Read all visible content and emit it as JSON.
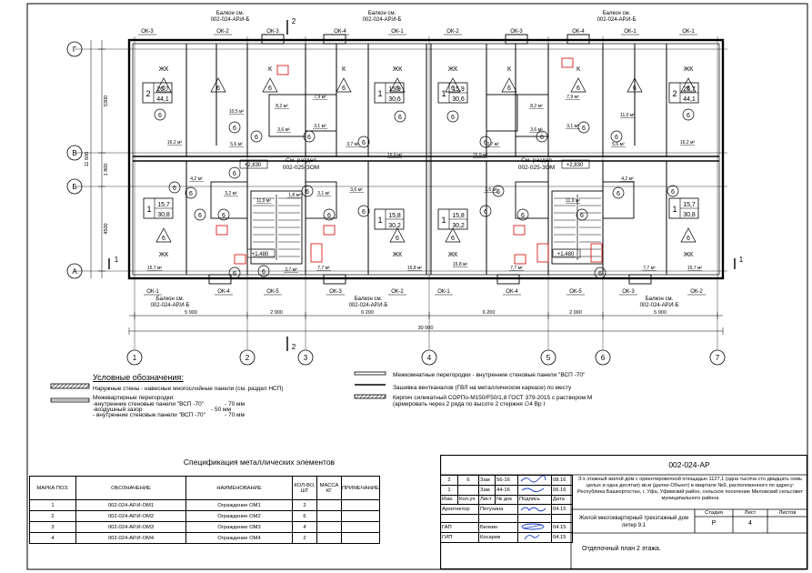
{
  "grid_rows": [
    "Г",
    "В",
    "Б",
    "А"
  ],
  "grid_cols": [
    "1",
    "2",
    "3",
    "4",
    "5",
    "6",
    "7"
  ],
  "dims_bottom": [
    "5 900",
    "2 900",
    "6 200",
    "6 200",
    "2 900",
    "5 900"
  ],
  "dim_total": "30 000",
  "dims_left": [
    "5300",
    "1 800",
    "4500"
  ],
  "dim_left_total": "11 600",
  "balcony_top_left": [
    "Балкон см.",
    "002-024-АР.И-Б"
  ],
  "balcony_top_right": [
    "Балкон см.",
    "002-024-АР.И-Б"
  ],
  "balcony_top_mid": [
    "Балкон см.",
    "002-024-АР.И-Б"
  ],
  "balcony_bot_left": [
    "Балкон см.",
    "002-024-АР.И-Б"
  ],
  "balcony_bot_mid": [
    "Балкон см.",
    "002-024-АР.И-Б"
  ],
  "balcony_bot_right": [
    "Балкон см.",
    "002-024-АР.И-Б"
  ],
  "windows_top": [
    "ОК-3",
    "ОК-2",
    "ОК-3",
    "ОК-4",
    "ОК-1",
    "ОК-2",
    "ОК-3",
    "ОК-4",
    "ОК-1",
    "ОК-1"
  ],
  "windows_bottom": [
    "ОК-1",
    "ОК-4",
    "ОК-5",
    "ОК-3",
    "ОК-2",
    "ОК-1",
    "ОК-4",
    "ОК-5",
    "ОК-3",
    "ОК-2"
  ],
  "section_mark": "2",
  "section_mark2": "1",
  "elev_mid_1": "+2,830",
  "elev_mid_2": "+2,830",
  "elev_low_1": "+1,480",
  "elev_low_2": "+1,480",
  "section_ref": [
    "См. раздел",
    "002-025-ЗОМ"
  ],
  "room_zh": "ЖК",
  "room_k": "К",
  "finish_tag": "6",
  "apts": [
    {
      "rooms": "2",
      "a": "26,7",
      "b": "44,1"
    },
    {
      "rooms": "1",
      "a": "15,9",
      "b": "30,6"
    },
    {
      "rooms": "1",
      "a": "15,9",
      "b": "30,6"
    },
    {
      "rooms": "2",
      "a": "26,7",
      "b": "44,1"
    },
    {
      "rooms": "1",
      "a": "15,7",
      "b": "30,8"
    },
    {
      "rooms": "1",
      "a": "15,8",
      "b": "30,2"
    },
    {
      "rooms": "1",
      "a": "15,8",
      "b": "30,2"
    },
    {
      "rooms": "1",
      "a": "15,7",
      "b": "30,8"
    }
  ],
  "areas": [
    "10,5",
    "16,2",
    "5,6",
    "8,2",
    "3,6",
    "7,9",
    "3,1",
    "15,9",
    "3,7",
    "15,9",
    "3,7",
    "8,2",
    "3,6",
    "7,9",
    "3,1",
    "11,0",
    "5,6",
    "16,2",
    "4,2",
    "3,2",
    "11,9",
    "1,8",
    "3,1",
    "3,6",
    "15,8",
    "7,7",
    "15,8",
    "7,7",
    "3,7",
    "15,7",
    "7,7",
    "15,7",
    "3,6",
    "11,9",
    "4,2"
  ],
  "legend": {
    "title": "Условные обозначения:",
    "l1": "Наружные стены - навесные  многослойные  панели (см. раздел НСП)",
    "l2_head": "Межквартирные перегородки:",
    "l2_a": "-внутренние стеновые панели \"ВСП -70\"",
    "l2_a_v": "- 70 мм",
    "l2_b": "-воздушный зазор",
    "l2_b_v": "- 50 мм",
    "l2_c": "- внутренние стеновые панели \"ВСП -70\"",
    "l2_c_v": "- 70 мм",
    "r1": "Межкомнатные перегородки - внутренние стеновые панели \"ВСП -70\"",
    "r2": "Зашивка вентканалов (ГВЛ на металлическом каркасе) по месту",
    "r3a": "Кирпич силикатный СОРПо-М150/F50/1,8 ГОСТ 379-2015  с раствором М",
    "r3b": "(армировать через 2 ряда по высоте 2 стержня ∅4 Вр I"
  },
  "spec": {
    "title": "Спецификация металлических элементов",
    "headers": [
      "МАРКА ПОЗ.",
      "ОБОЗНАЧЕНИЕ",
      "НАИМЕНОВАНИЕ",
      "КОЛ-ВО, ШТ",
      "МАССА КГ",
      "ПРИМЕЧАНИЕ"
    ],
    "rows": [
      [
        "1",
        "002-024-АР.И-ОМ1",
        "Ограждение ОМ1",
        "2",
        "",
        ""
      ],
      [
        "2",
        "002-024-АР.И-ОМ2",
        "Ограждение ОМ2",
        "6",
        "",
        ""
      ],
      [
        "3",
        "002-024-АР.И-ОМ3",
        "Ограждение ОМ3",
        "4",
        "",
        ""
      ],
      [
        "4",
        "002-024-АР.И-ОМ4",
        "Ограждение ОМ4",
        "2",
        "",
        ""
      ]
    ]
  },
  "stamp": {
    "code": "002-024-АР",
    "desc": "3-х этажный жилой дом с ориентировочной площадью 1127,1 (одна тысяча сто двадцать семь целых и одна десятая) кв.м (далее-Объект) в квартале №9, расположенного по адресу: Республика Башкортостан, г. Уфа, Уфимский район, сельское поселение Миловский сельсовет муниципального района",
    "rev1": [
      "2",
      "6",
      "Зам",
      "56-16",
      "",
      "08.16"
    ],
    "rev2": [
      "1",
      "",
      "Зам",
      "44-16",
      "",
      "06.16"
    ],
    "head": [
      "Изм.",
      "Кол.уч",
      "Лист",
      "№ док",
      "Подпись",
      "Дата"
    ],
    "p1": [
      "Архитектор",
      "Петухина",
      "04.15"
    ],
    "p2": [
      "ГАП",
      "Белкин",
      "04.15"
    ],
    "p3": [
      "ГИП",
      "Косарев",
      "04.15"
    ],
    "building": "Жилой многоквартирный трехэтажный дом литер 9.1",
    "stage_h": "Стадия",
    "sheet_h": "Лист",
    "sheets_h": "Листов",
    "stage": "Р",
    "sheet": "4",
    "sheets": "",
    "title": "Отделочный план 2 этажа."
  }
}
